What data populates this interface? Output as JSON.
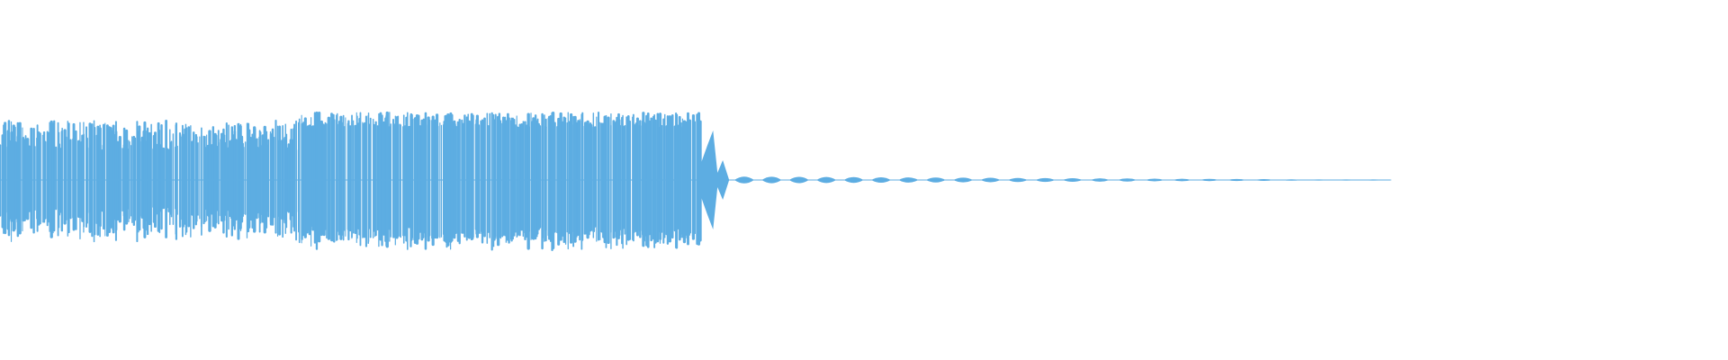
{
  "waveform": {
    "color": "#5dade2",
    "segments": [
      {
        "style": "dense_burst",
        "start": 0.0,
        "end": 0.173,
        "amplitude": 0.52,
        "variation": 0.35,
        "density": 260
      },
      {
        "style": "dense_burst",
        "start": 0.173,
        "end": 0.405,
        "amplitude": 0.7,
        "variation": 0.18,
        "density": 320
      },
      {
        "style": "pulse_transition",
        "start": 0.405,
        "end": 0.422,
        "amplitude": 0.38,
        "variation": 0.05,
        "density": 12
      },
      {
        "style": "tail_pulses",
        "start": 0.425,
        "end": 0.805,
        "amplitude": 0.08,
        "variation": 0.0,
        "density": 24
      }
    ]
  }
}
